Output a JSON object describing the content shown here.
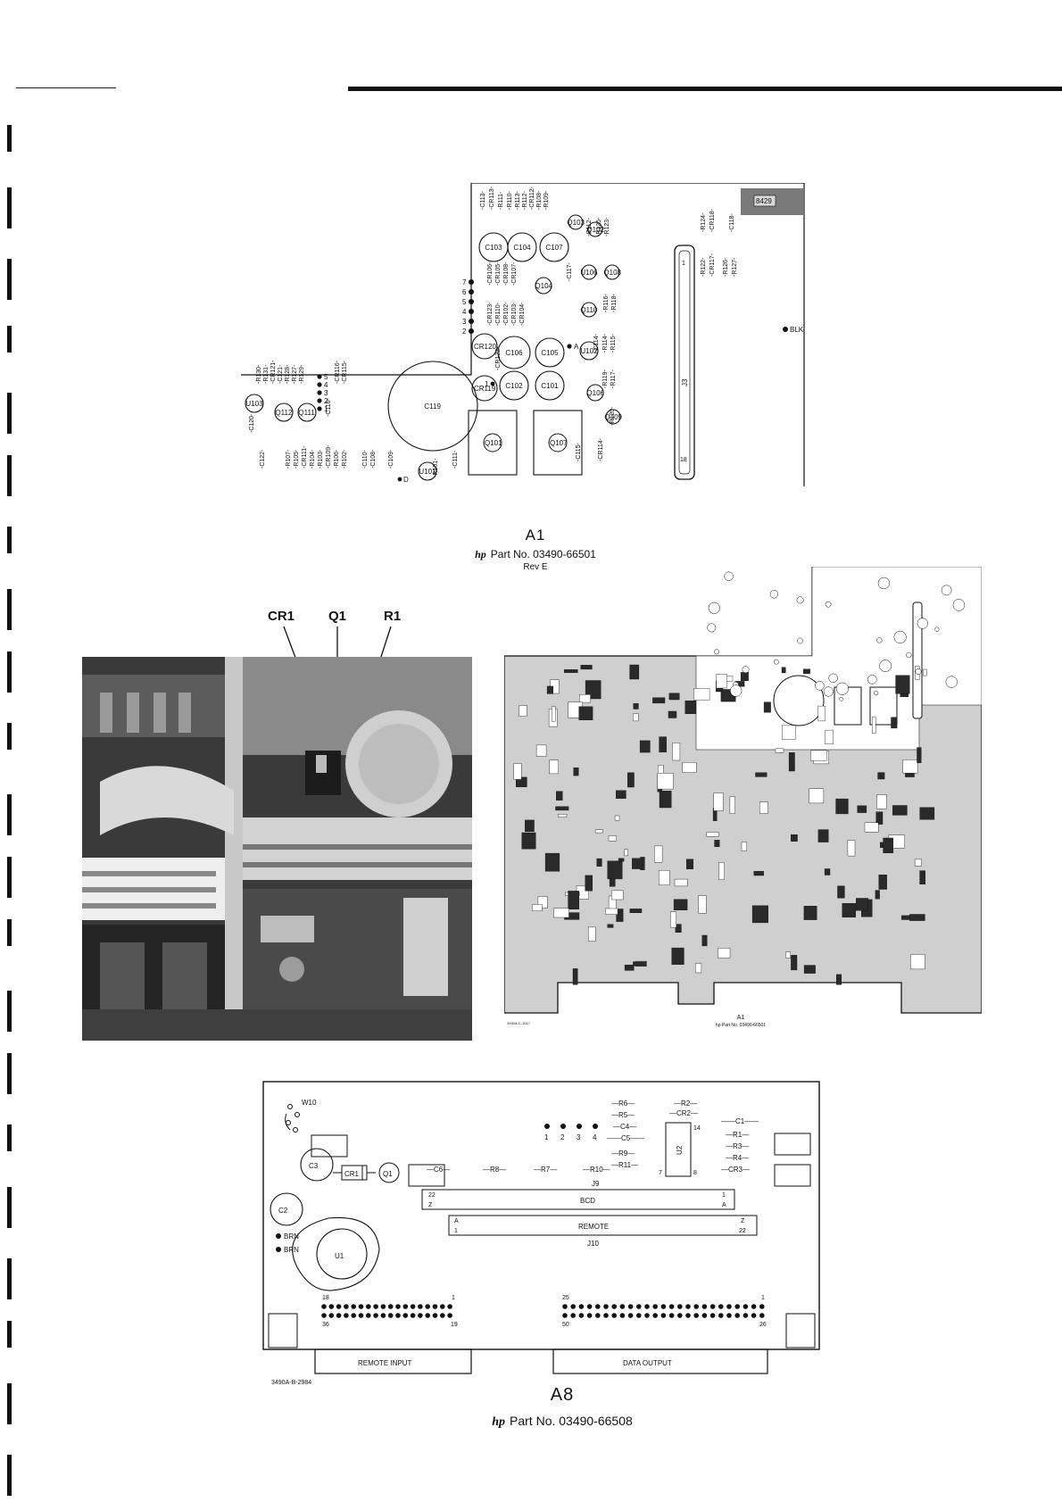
{
  "a1_diagram": {
    "caption": "A1",
    "part_prefix": "hp",
    "part_label": "Part No. 03490-66501",
    "rev": "Rev  E",
    "tag": "8429",
    "components": [
      {
        "id": "C103",
        "kind": "cap"
      },
      {
        "id": "C104",
        "kind": "cap"
      },
      {
        "id": "C107",
        "kind": "cap"
      },
      {
        "id": "CR120",
        "kind": "cap"
      },
      {
        "id": "C106",
        "kind": "cap"
      },
      {
        "id": "C105",
        "kind": "cap"
      },
      {
        "id": "CR119",
        "kind": "cap"
      },
      {
        "id": "C102",
        "kind": "cap"
      },
      {
        "id": "C101",
        "kind": "cap"
      },
      {
        "id": "C119",
        "kind": "bigcap"
      },
      {
        "id": "U103",
        "kind": "small"
      },
      {
        "id": "Q112",
        "kind": "small"
      },
      {
        "id": "Q111",
        "kind": "small"
      },
      {
        "id": "Q103",
        "kind": "small"
      },
      {
        "id": "Q102",
        "kind": "small"
      },
      {
        "id": "Q104",
        "kind": "small"
      },
      {
        "id": "U106",
        "kind": "small"
      },
      {
        "id": "Q108",
        "kind": "small"
      },
      {
        "id": "Q110",
        "kind": "small"
      },
      {
        "id": "U102",
        "kind": "small"
      },
      {
        "id": "Q106",
        "kind": "small"
      },
      {
        "id": "Q109",
        "kind": "small"
      },
      {
        "id": "U101",
        "kind": "small"
      },
      {
        "id": "Q101",
        "kind": "power"
      },
      {
        "id": "Q107",
        "kind": "power"
      }
    ],
    "vlabels": [
      "-C113-",
      "-CR113-",
      "-R111-",
      "-R110-",
      "-R113-",
      "-R112-",
      "-CR112-",
      "-R108-",
      "-R109-",
      "-C112-",
      "-R125-",
      "-R123-",
      "-R124-",
      "-CR118-",
      "-C118-",
      "-R122-",
      "-CR117-",
      "-R126-",
      "-R127-",
      "-CR106-",
      "-CR105-",
      "-CR108-",
      "-CR107-",
      "-C117-",
      "-CR123-",
      "-CR110-",
      "-CR102-",
      "-CR103-",
      "-CR104-",
      "-R116-",
      "-R118-",
      "-C114-",
      "-R114-",
      "-R115-",
      "-R119-",
      "-R117-",
      "-CR122-",
      "-R120-",
      "-CR114-",
      "-C115-",
      "-R130-",
      "-R131-",
      "-CR121-",
      "-C121-",
      "-R128-",
      "-R127-",
      "-R129-",
      "-CR116-",
      "-CR115-",
      "-C116-",
      "-R107-",
      "-R105-",
      "-CR111-",
      "-R104-",
      "-R103-",
      "-CR109-",
      "-R106-",
      "-R102-",
      "-C110-",
      "-C108-",
      "-C109-",
      "-R101-",
      "-C111-",
      "-C122-",
      "-C120-"
    ],
    "pin_numbers_top": [
      "7",
      "6",
      "5",
      "4",
      "3",
      "2"
    ],
    "pin_numbers_left": [
      "5",
      "4",
      "3",
      "2",
      "1"
    ],
    "connector": "J3",
    "connector_top_pin": "1",
    "connector_bottom_pin": "18",
    "marker_a": "A",
    "marker_d": "D",
    "marker_1": "1",
    "marker_blk": "BLK"
  },
  "photo": {
    "callouts": [
      "CR1",
      "Q1",
      "R1"
    ]
  },
  "full_board": {
    "caption": "A1",
    "part_label": "hp Part No. 03490-66501",
    "stamp": "3490A-C-1617"
  },
  "a8_diagram": {
    "caption": "A8",
    "part_prefix": "hp",
    "part_label": "Part No. 03490-66508",
    "stamp": "3490A-B-2984",
    "labels": {
      "w10": "W10",
      "c3": "C3",
      "c2": "C2",
      "cr1": "CR1",
      "q1": "Q1",
      "u1": "U1",
      "u2": "U2",
      "c6": "—C6—",
      "r8": "—R8—",
      "r7": "—R7—",
      "r10": "—R10—",
      "r6": "—R6—",
      "r5": "—R5—",
      "c4": "—C4—",
      "c5": "——C5——",
      "r9": "—R9—",
      "r11": "—R11—",
      "r2": "—R2—",
      "cr2": "—CR2—",
      "c1": "——C1——",
      "r1": "—R1—",
      "r3": "—R3—",
      "r4": "—R4—",
      "cr3": "—CR3—",
      "brn1": "BRN",
      "brn2": "BRN",
      "j9": "J9",
      "bcd": "BCD",
      "remote": "REMOTE",
      "j10": "J10",
      "bcd_l1": "22",
      "bcd_l2": "Z",
      "bcd_r1": "1",
      "bcd_r2": "A",
      "rem_l1": "A",
      "rem_l2": "1",
      "rem_r1": "Z",
      "rem_r2": "22",
      "u2_14": "14",
      "u2_7": "7",
      "u2_8": "8",
      "h1_tl": "18",
      "h1_tr": "1",
      "h1_bl": "36",
      "h1_br": "19",
      "h2_tl": "25",
      "h2_tr": "1",
      "h2_bl": "50",
      "h2_br": "26",
      "remote_input": "REMOTE INPUT",
      "data_output": "DATA OUTPUT"
    },
    "pins": [
      "1",
      "2",
      "3",
      "4"
    ]
  }
}
